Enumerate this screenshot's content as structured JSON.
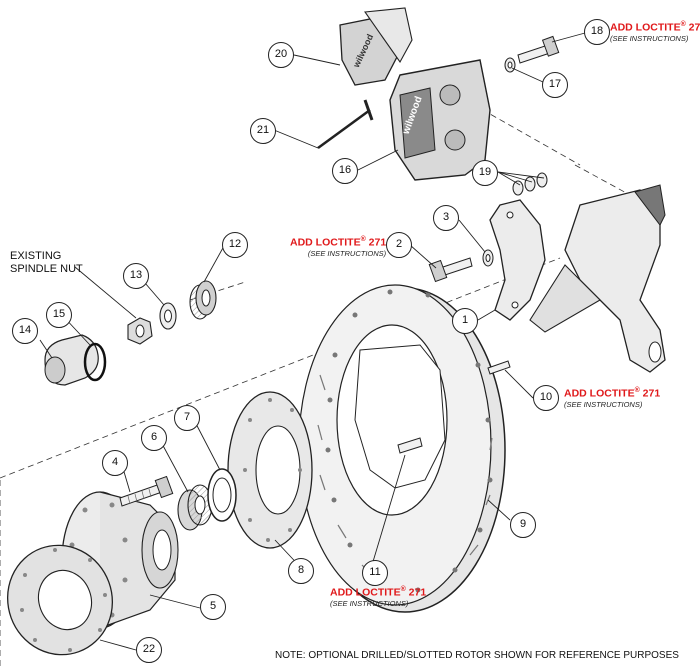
{
  "callouts": {
    "c1": "1",
    "c2": "2",
    "c3": "3",
    "c4": "4",
    "c5": "5",
    "c6": "6",
    "c7": "7",
    "c8": "8",
    "c9": "9",
    "c10": "10",
    "c11": "11",
    "c12": "12",
    "c13": "13",
    "c14": "14",
    "c15": "15",
    "c16": "16",
    "c17": "17",
    "c18": "18",
    "c19": "19",
    "c20": "20",
    "c21": "21",
    "c22": "22"
  },
  "loctite": {
    "main": "ADD LOCTITE",
    "mark": "®",
    "num": " 271",
    "sub": "(SEE INSTRUCTIONS)"
  },
  "labels": {
    "spindle_line1": "EXISTING",
    "spindle_line2": "SPINDLE NUT",
    "brand": "wilwood",
    "note": "NOTE: OPTIONAL DRILLED/SLOTTED ROTOR SHOWN FOR REFERENCE PURPOSES"
  },
  "colors": {
    "line": "#222222",
    "part_fill": "#ededed",
    "dark_fill": "#8a8a8a",
    "loctite_red": "#e0191b"
  }
}
